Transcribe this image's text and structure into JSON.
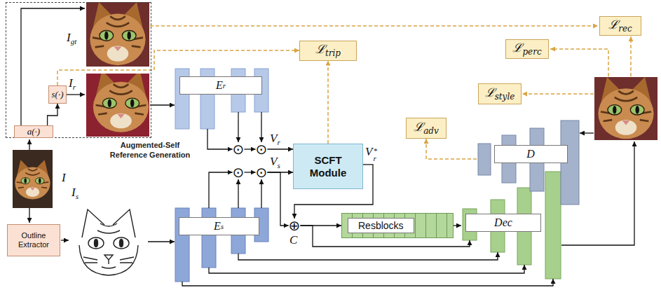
{
  "diagram": {
    "nodes": [
      {
        "text": [
          "Augmented-Self Reference Generation"
        ]
      },
      {
        "text": [
          "s(·)"
        ],
        "in": 0
      },
      {
        "text": [
          "a(·)"
        ],
        "in": 0
      },
      {
        "text": [
          "ℒ",
          "trip"
        ]
      },
      {
        "text": [
          "ℒ",
          "rec"
        ]
      },
      {
        "text": [
          "ℒ",
          "perc"
        ]
      },
      {
        "text": [
          "E",
          "r"
        ]
      },
      {
        "text": [
          "ℒ",
          "style"
        ]
      },
      {
        "text": [
          "ℒ",
          "adv"
        ]
      },
      {
        "text": [
          "⊙"
        ]
      },
      {
        "text": [
          "⊙"
        ]
      },
      {
        "text": [
          "SCFT Module"
        ]
      },
      {
        "text": [
          "⊙"
        ]
      },
      {
        "text": [
          "⊙"
        ]
      },
      {
        "text": [
          "D"
        ]
      },
      {
        "text": [
          "⊕"
        ]
      },
      {
        "text": [
          "Resblocks"
        ]
      },
      {
        "text": [
          "E",
          "s"
        ]
      },
      {
        "text": [
          "Dec"
        ]
      },
      {
        "text": [
          "Outline Extractor"
        ]
      }
    ],
    "edges": [
      {
        "from": 2,
        "to": 1,
        "arrow": "to"
      },
      {
        "from": 1,
        "to": 3,
        "arrow": "to"
      },
      {
        "from": 6,
        "to": 9,
        "arrow": "to"
      },
      {
        "from": 6,
        "to": 9,
        "arrow": "to"
      },
      {
        "from": 9,
        "to": 10,
        "arrow": "to"
      },
      {
        "from": 6,
        "to": 10,
        "arrow": "to"
      },
      {
        "from": 10,
        "to": 11,
        "arrow": "to"
      },
      {
        "from": 17,
        "to": 12,
        "arrow": "to"
      },
      {
        "from": 17,
        "to": 12,
        "arrow": "to"
      },
      {
        "from": 12,
        "to": 13,
        "arrow": "to"
      },
      {
        "from": 17,
        "to": 13,
        "arrow": "to"
      },
      {
        "from": 13,
        "to": 11,
        "arrow": "to"
      },
      {
        "from": 11,
        "to": 3,
        "arrow": "to"
      },
      {
        "from": 11,
        "to": 15,
        "arrow": "to"
      },
      {
        "from": 13,
        "to": 15,
        "arrow": "to"
      },
      {
        "from": 15,
        "to": 16,
        "arrow": "to"
      },
      {
        "from": 16,
        "to": 18,
        "arrow": "to"
      },
      {
        "from": 15,
        "to": 18,
        "arrow": "to"
      },
      {
        "from": 17,
        "to": 18,
        "arrow": "to"
      },
      {
        "from": 17,
        "to": 18,
        "arrow": "to"
      },
      {
        "from": 17,
        "to": 18,
        "arrow": "to"
      },
      {
        "from": 14,
        "to": 8,
        "arrow": "to"
      }
    ],
    "labels": [
      "I",
      "gt",
      "I",
      "r",
      "I",
      "I",
      "s",
      "V",
      "r",
      "V",
      "s",
      "V",
      "r",
      "*",
      "C"
    ]
  }
}
